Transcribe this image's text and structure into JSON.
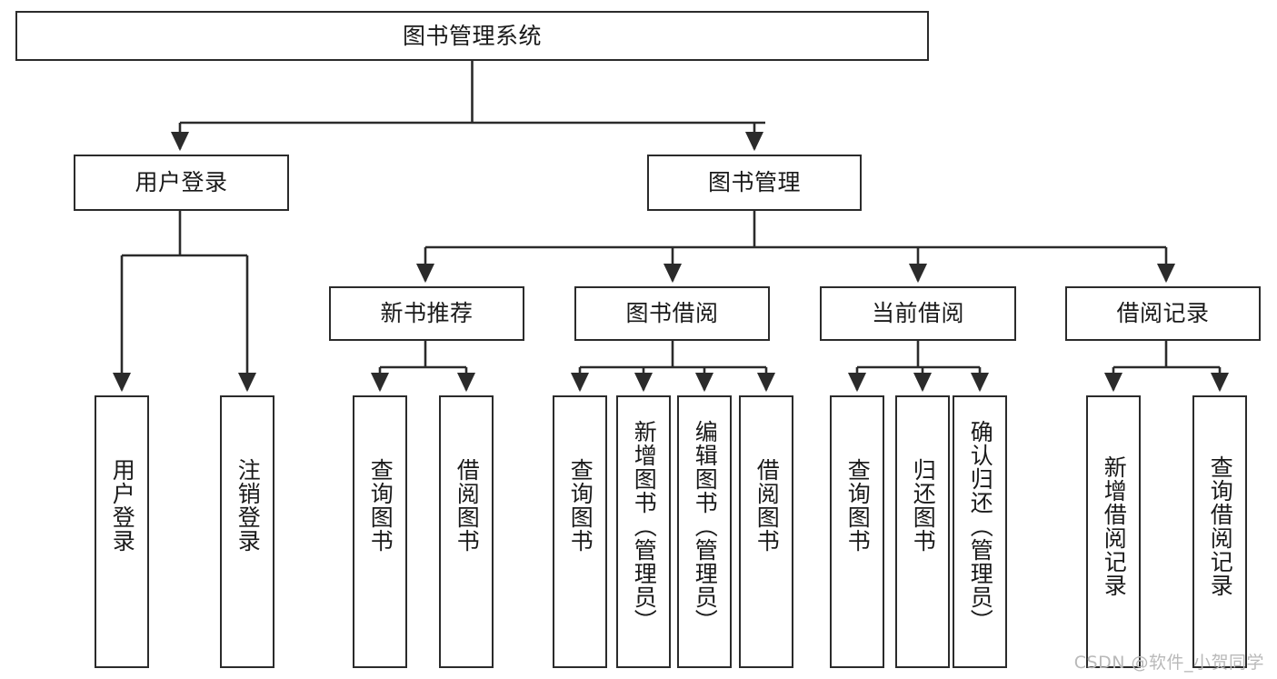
{
  "diagram": {
    "type": "tree-hierarchy",
    "title": "图书管理系统",
    "root": {
      "label": "图书管理系统"
    },
    "level1": [
      {
        "label": "用户登录"
      },
      {
        "label": "图书管理"
      }
    ],
    "level2": [
      {
        "label": "新书推荐"
      },
      {
        "label": "图书借阅"
      },
      {
        "label": "当前借阅"
      },
      {
        "label": "借阅记录"
      }
    ],
    "leaves": {
      "user_login": [
        {
          "label": "用户登录"
        },
        {
          "label": "注销登录"
        }
      ],
      "new_book_recommend": [
        {
          "label": "查询图书"
        },
        {
          "label": "借阅图书"
        }
      ],
      "book_borrow": [
        {
          "label": "查询图书"
        },
        {
          "label": "新增图书（管理员）"
        },
        {
          "label": "编辑图书（管理员）"
        },
        {
          "label": "借阅图书"
        }
      ],
      "current_borrow": [
        {
          "label": "查询图书"
        },
        {
          "label": "归还图书"
        },
        {
          "label": "确认归还（管理员）"
        }
      ],
      "borrow_record": [
        {
          "label": "新增借阅记录"
        },
        {
          "label": "查询借阅记录"
        }
      ]
    }
  },
  "watermark": {
    "text": "CSDN @软件_小贺同学"
  },
  "colors": {
    "stroke": "#2b2b2b",
    "fill": "#ffffff",
    "text": "#1a1a1a",
    "watermark": "#b9b9b9"
  }
}
